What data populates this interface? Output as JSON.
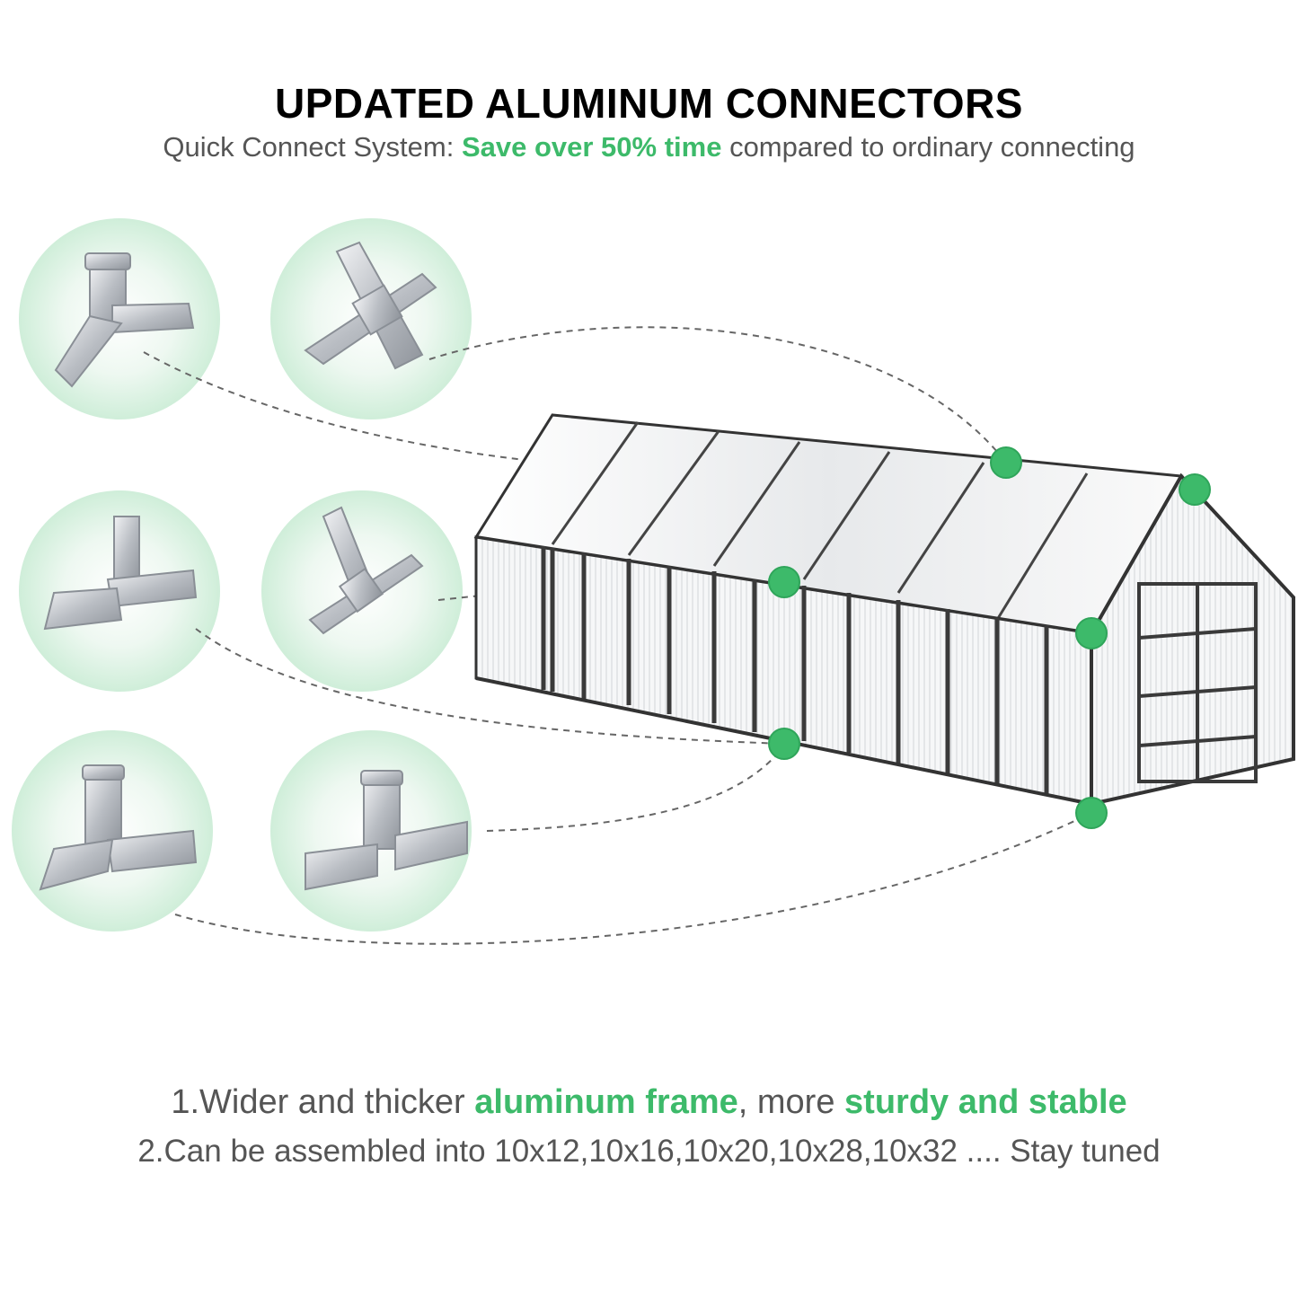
{
  "header": {
    "title": "UPDATED ALUMINUM CONNECTORS",
    "subtitle_prefix": "Quick Connect System: ",
    "subtitle_highlight": "Save over 50% time",
    "subtitle_suffix": " compared to ordinary connecting"
  },
  "features": {
    "line1_prefix": "1.Wider and thicker ",
    "line1_highlight1": "aluminum frame",
    "line1_mid": ", more ",
    "line1_highlight2": "sturdy and stable",
    "line2": "2.Can be assembled into 10x12,10x16,10x20,10x28,10x32 .... Stay tuned"
  },
  "colors": {
    "accent_green": "#3dba6a",
    "circle_bg": "#dff2e4",
    "frame": "#3a3a3a",
    "text_gray": "#555555"
  },
  "connectors": [
    {
      "name": "corner-connector"
    },
    {
      "name": "cross-connector"
    },
    {
      "name": "corner-connector"
    },
    {
      "name": "cross-connector"
    },
    {
      "name": "corner-connector"
    },
    {
      "name": "t-connector"
    }
  ]
}
